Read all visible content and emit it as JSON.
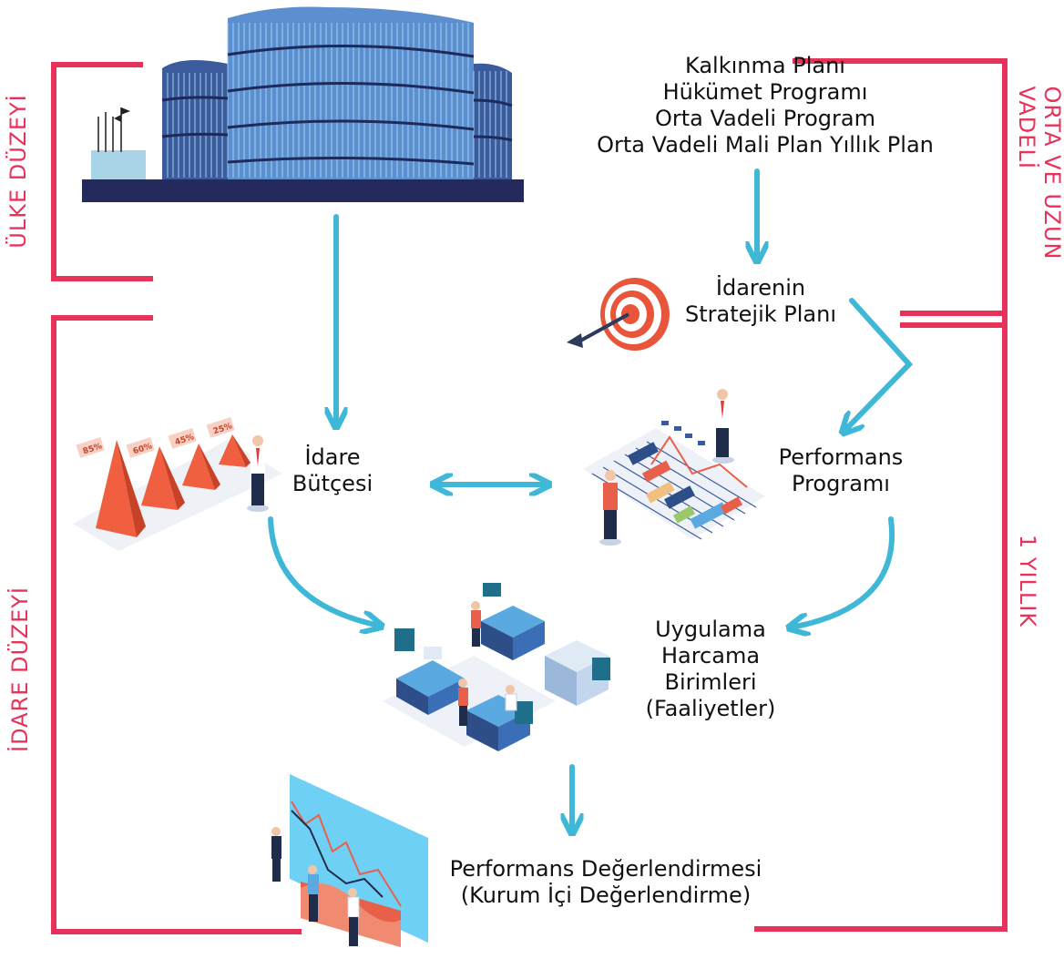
{
  "colors": {
    "frame": "#e8325a",
    "arrow": "#3fb8d8",
    "text": "#111111"
  },
  "side_labels": {
    "ulke_duzeyi": "ÜLKE DÜZEYİ",
    "idare_duzeyi": "İDARE DÜZEYİ",
    "orta_ve_uzun": "ORTA VE UZUN",
    "vadeli": "VADELİ",
    "bir_yillik": "1 YILLIK"
  },
  "nodes": {
    "plans": {
      "line1": "Kalkınma Planı",
      "line2": "Hükümet Programı",
      "line3": "Orta Vadeli Program",
      "line4": "Orta Vadeli Mali Plan Yıllık Plan"
    },
    "strategic_plan": {
      "line1": "İdarenin",
      "line2": "Stratejik Planı"
    },
    "budget": {
      "line1": "İdare",
      "line2": "Bütçesi"
    },
    "performance_program": {
      "line1": "Performans",
      "line2": "Programı"
    },
    "spending_units": {
      "line1": "Uygulama",
      "line2": "Harcama",
      "line3": "Birimleri",
      "line4": "(Faaliyetler)"
    },
    "evaluation": {
      "line1": "Performans Değerlendirmesi",
      "line2": "(Kurum İçi Değerlendirme)"
    }
  },
  "pyramid_chart": {
    "labels": [
      "85%",
      "60%",
      "45%",
      "25%"
    ]
  },
  "icons": {
    "building": "government-building-icon",
    "target": "target-dart-icon",
    "pyramids": "pyramid-chart-icon",
    "gantt": "gantt-board-icon",
    "office": "office-desks-icon",
    "presentation": "presentation-board-icon"
  }
}
